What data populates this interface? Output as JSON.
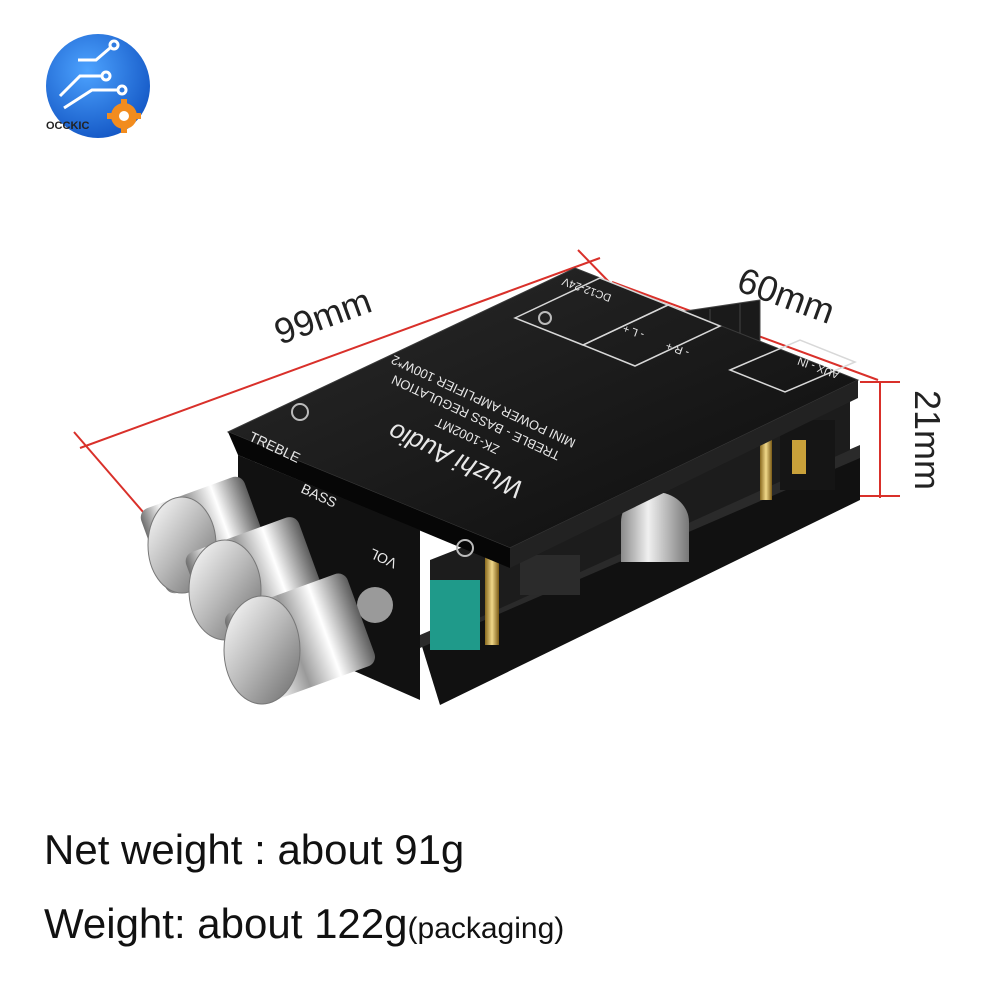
{
  "brand": {
    "name": "OCCKIC"
  },
  "dimensions": {
    "length": "99mm",
    "width": "60mm",
    "height": "21mm"
  },
  "board": {
    "signature": "Wuzhi Audio",
    "model": "ZK-1002MT",
    "subtitle": "TREBLE - BASS REGULATION",
    "subtitle2": "MINI POWER AMPLIFIER 100W*2",
    "knob_treble": "TREBLE",
    "knob_bass": "BASS",
    "knob_vol": "VOL",
    "power_label": "DC12-24V",
    "aux_label": "AUX - IN",
    "left_ch": "- L +",
    "right_ch": "- R +"
  },
  "captions": {
    "net_weight": "Net weight : about 91g",
    "weight_main": "Weight: about 122g",
    "weight_note": "(packaging)"
  },
  "colors": {
    "dimension_line": "#d9302a",
    "logo_blue": "#1f6fd8",
    "logo_orange": "#f28c1e"
  }
}
